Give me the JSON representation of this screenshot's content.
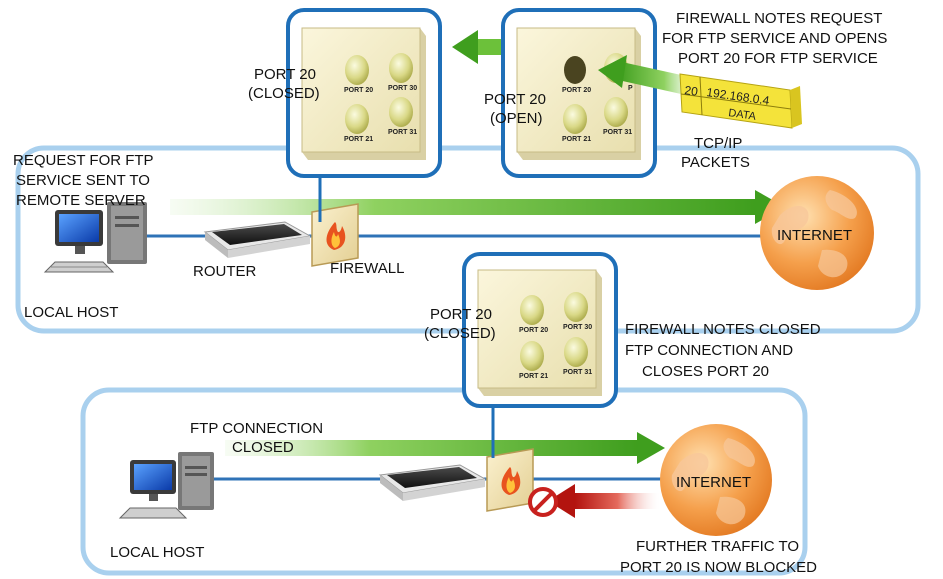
{
  "colors": {
    "panel_border": "#9cc6e6",
    "panel_fill": "#ffffff",
    "callout_border": "#1f6fb8",
    "wire": "#2f73b7",
    "arrow_green": "#55b52d",
    "arrow_red": "#c8211e",
    "plate": "#f3edc7",
    "globe": "#f08a2a",
    "packet": "#f4e33a"
  },
  "top_panel": {
    "request_label": [
      "REQUEST FOR FTP",
      "SERVICE SENT TO",
      "REMOTE SERVER"
    ],
    "local_host": "LOCAL HOST",
    "router": "ROUTER",
    "firewall": "FIREWALL",
    "internet": "INTERNET"
  },
  "callout_closed_top": {
    "label": [
      "PORT 20",
      "(CLOSED)"
    ],
    "ports": [
      "PORT 20",
      "PORT 30",
      "PORT 21",
      "PORT 31"
    ]
  },
  "callout_open": {
    "label": [
      "PORT 20",
      "(OPEN)"
    ],
    "ports": [
      "PORT 20",
      "P",
      "PORT 21",
      "PORT 31"
    ]
  },
  "notes_request": [
    "FIREWALL NOTES REQUEST",
    "FOR FTP SERVICE AND OPENS",
    "PORT 20 FOR FTP SERVICE"
  ],
  "packet": {
    "port": "20",
    "ip": "192.168.0.4",
    "data": "DATA",
    "caption": [
      "TCP/IP",
      "PACKETS"
    ]
  },
  "callout_closed_bottom": {
    "label": [
      "PORT 20",
      "(CLOSED)"
    ],
    "ports": [
      "PORT 20",
      "PORT 30",
      "PORT 21",
      "PORT 31"
    ]
  },
  "notes_closed": [
    "FIREWALL NOTES CLOSED",
    "FTP CONNECTION AND",
    "CLOSES PORT 20"
  ],
  "bottom_panel": {
    "connection_label": [
      "FTP CONNECTION",
      "CLOSED"
    ],
    "local_host": "LOCAL HOST",
    "internet": "INTERNET",
    "blocked_label": [
      "FURTHER TRAFFIC TO",
      "PORT 20 IS NOW BLOCKED"
    ]
  }
}
